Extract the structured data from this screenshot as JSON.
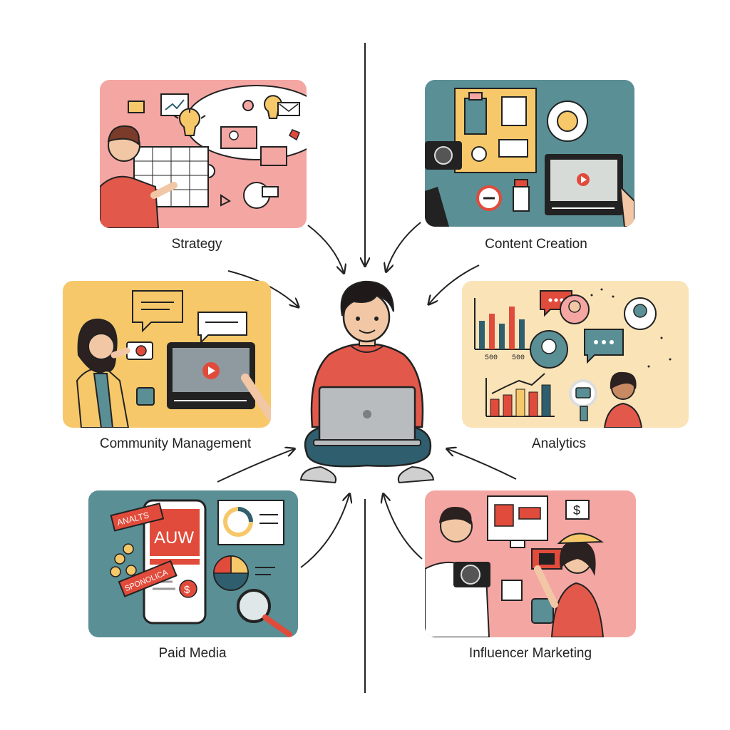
{
  "colors": {
    "strategy_bg": "#f4a6a3",
    "content_bg": "#5a8f95",
    "community_bg": "#f6c86a",
    "analytics_bg": "#fbe3b8",
    "paid_bg": "#5a8f95",
    "influencer_bg": "#f4a6a3",
    "accent_red": "#e14b3b",
    "ink": "#1e1e1e",
    "denim": "#2f5f6e",
    "shirt": "#e2594b"
  },
  "hub": {
    "name": "person-with-laptop"
  },
  "nodes": {
    "strategy": {
      "label": "Strategy"
    },
    "content": {
      "label": "Content Creation"
    },
    "community": {
      "label": "Community Management"
    },
    "analytics": {
      "label": "Analytics",
      "tick_a": "500",
      "tick_b": "500"
    },
    "paid": {
      "label": "Paid Media",
      "phone_text": "AUW",
      "tag_top": "ANALTS",
      "tag_bottom": "SPONOLICA",
      "coin_symbol": "$"
    },
    "influencer": {
      "label": "Influencer Marketing",
      "price_symbol": "$"
    }
  }
}
